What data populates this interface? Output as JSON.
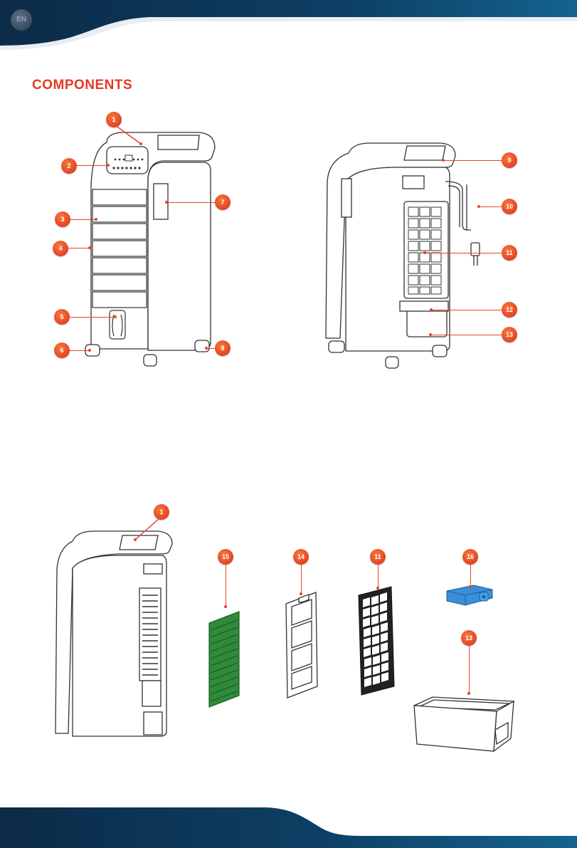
{
  "header": {
    "lang_badge": "EN"
  },
  "section_title": "COMPONENTS",
  "callouts": {
    "front": [
      "1",
      "2",
      "3",
      "4",
      "5",
      "6",
      "7",
      "8"
    ],
    "back": [
      "9",
      "10",
      "11",
      "12",
      "13"
    ],
    "exploded": [
      "1",
      "15",
      "14",
      "11",
      "16",
      "13"
    ]
  },
  "colors": {
    "accent": "#e33a26",
    "navy": "#0b3a5c",
    "filter_green": "#2f8a3a",
    "ice_box_blue": "#3a8fd8"
  },
  "icons": [
    "language-badge"
  ]
}
